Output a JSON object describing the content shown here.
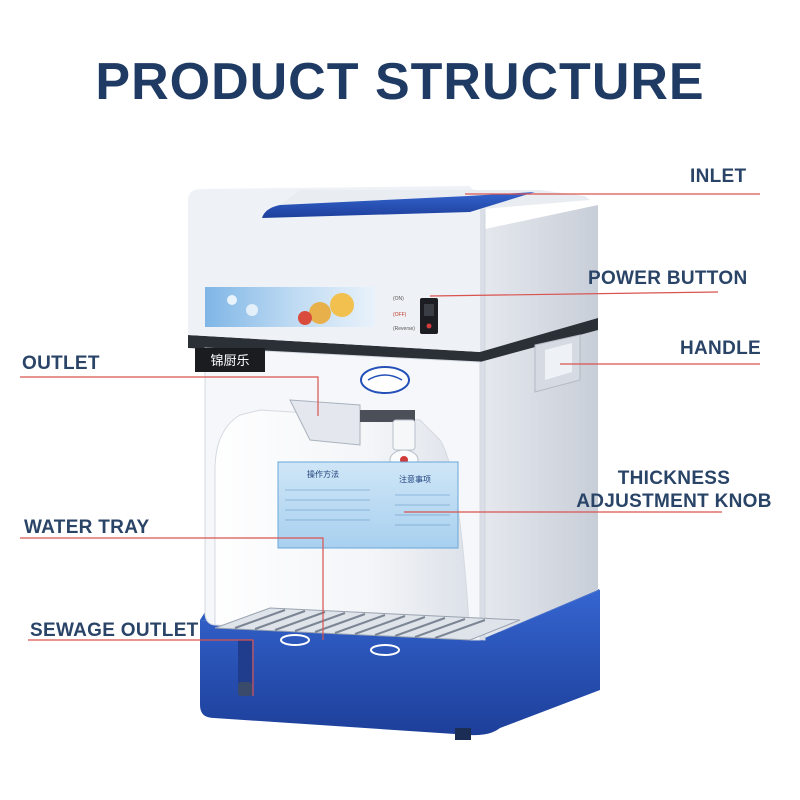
{
  "header": {
    "title": "PRODUCT STRUCTURE",
    "subtitle": ""
  },
  "callouts": {
    "inlet": "INLET",
    "power_button": "POWER BUTTON",
    "handle": "HANDLE",
    "outlet": "OUTLET",
    "thickness_line1": "THICKNESS",
    "thickness_line2": "ADJUSTMENT KNOB",
    "water_tray": "WATER TRAY",
    "sewage_outlet": "SEWAGE OUTLET"
  },
  "machine": {
    "brand_label": "锦厨乐",
    "panel_title_left": "操作方法",
    "panel_title_right": "注意事项",
    "switch_on": "(ON)",
    "switch_off": "(OFF)",
    "switch_reverse": "(Reverse)"
  },
  "colors": {
    "title": "#1f3b63",
    "label": "#2a4468",
    "leader_line": "#d9534f",
    "body": "#f2f4f7",
    "blue_accent": "#2450b8",
    "base": "#2a55b5"
  }
}
